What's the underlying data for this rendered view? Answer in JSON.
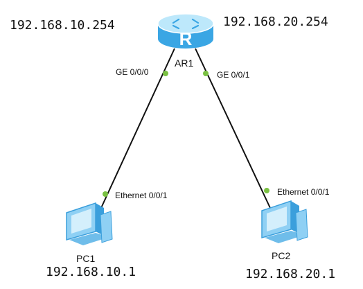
{
  "colors": {
    "link": "#111111",
    "port_dot": "#7ac142",
    "router_top": "#bde8fb",
    "router_side": "#3aa6e4",
    "pc_body": "#8fd0f4",
    "pc_dark": "#3b9fdc"
  },
  "nodes": {
    "router": {
      "name": "AR1",
      "icon": "router-icon",
      "ip_left": "192.168.10.254",
      "ip_right": "192.168.20.254"
    },
    "pc1": {
      "name": "PC1",
      "icon": "pc-icon",
      "ip": "192.168.10.1"
    },
    "pc2": {
      "name": "PC2",
      "icon": "pc-icon",
      "ip": "192.168.20.1"
    }
  },
  "links": [
    {
      "from": "router",
      "to": "pc1",
      "from_port": "GE 0/0/0",
      "to_port": "Ethernet 0/0/1"
    },
    {
      "from": "router",
      "to": "pc2",
      "from_port": "GE 0/0/1",
      "to_port": "Ethernet 0/0/1"
    }
  ]
}
